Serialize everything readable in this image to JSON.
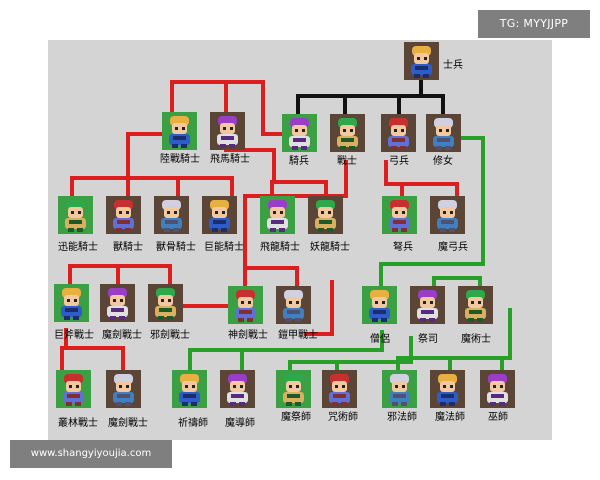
{
  "watermarks": {
    "top_right": "TG: MYYJJPP",
    "bottom_left": "www.shangyiyoujia.com"
  },
  "colors": {
    "red": "#dc1e1e",
    "green": "#28a028",
    "black": "#111111",
    "highlight_bg": "#3aa043",
    "portrait_bg": "#5b4536"
  },
  "units": {
    "soldier": {
      "label": "士兵",
      "icon": "soldier-portrait-icon"
    },
    "cavalry": {
      "label": "騎兵",
      "icon": "cavalry-portrait-icon"
    },
    "warrior": {
      "label": "戰士",
      "icon": "warrior-portrait-icon"
    },
    "archer": {
      "label": "弓兵",
      "icon": "archer-portrait-icon"
    },
    "nun": {
      "label": "修女",
      "icon": "nun-portrait-icon"
    },
    "land_knight": {
      "label": "陸戰騎士",
      "icon": "land-knight-portrait-icon"
    },
    "pegasus_knight": {
      "label": "飛馬騎士",
      "icon": "pegasus-knight-portrait-icon"
    },
    "raid_knight": {
      "label": "迅能騎士",
      "icon": "raid-knight-portrait-icon"
    },
    "beast_knight": {
      "label": "獸騎士",
      "icon": "beast-knight-portrait-icon"
    },
    "beast_bone": {
      "label": "獸骨騎士",
      "icon": "beast-bone-knight-portrait-icon"
    },
    "giant_knight": {
      "label": "巨能騎士",
      "icon": "giant-knight-portrait-icon"
    },
    "dragon_knight": {
      "label": "飛龍騎士",
      "icon": "dragon-knight-portrait-icon"
    },
    "demon_knight": {
      "label": "妖龍騎士",
      "icon": "demon-dragon-knight-portrait-icon"
    },
    "crossbow": {
      "label": "弩兵",
      "icon": "crossbow-portrait-icon"
    },
    "magic_archer": {
      "label": "魔弓兵",
      "icon": "magic-archer-portrait-icon"
    },
    "giant_axe": {
      "label": "巨斧戰士",
      "icon": "giant-axe-warrior-portrait-icon"
    },
    "magic_sword": {
      "label": "魔劍戰士",
      "icon": "magic-sword-warrior-portrait-icon"
    },
    "evil_sword": {
      "label": "邪劍戰士",
      "icon": "evil-sword-warrior-portrait-icon"
    },
    "divine_sword": {
      "label": "神劍戰士",
      "icon": "divine-sword-warrior-portrait-icon"
    },
    "armored": {
      "label": "鎧甲戰士",
      "icon": "armored-warrior-portrait-icon"
    },
    "monk": {
      "label": "僧侶",
      "icon": "monk-portrait-icon"
    },
    "priest": {
      "label": "祭司",
      "icon": "priest-portrait-icon"
    },
    "magician": {
      "label": "魔術士",
      "icon": "magician-portrait-icon"
    },
    "forest_warrior": {
      "label": "叢林戰士",
      "icon": "forest-warrior-portrait-icon"
    },
    "magic_knight": {
      "label": "魔劍戰士",
      "icon": "magic-knight-portrait-icon"
    },
    "prayer": {
      "label": "祈禱師",
      "icon": "prayer-master-portrait-icon"
    },
    "guide": {
      "label": "魔導師",
      "icon": "guide-master-portrait-icon"
    },
    "ritual": {
      "label": "魔祭師",
      "icon": "ritual-master-portrait-icon"
    },
    "curse": {
      "label": "咒術師",
      "icon": "curse-master-portrait-icon"
    },
    "evil_mage": {
      "label": "邪法師",
      "icon": "evil-mage-portrait-icon"
    },
    "mage": {
      "label": "魔法師",
      "icon": "mage-portrait-icon"
    },
    "shaman": {
      "label": "巫師",
      "icon": "shaman-portrait-icon"
    }
  }
}
